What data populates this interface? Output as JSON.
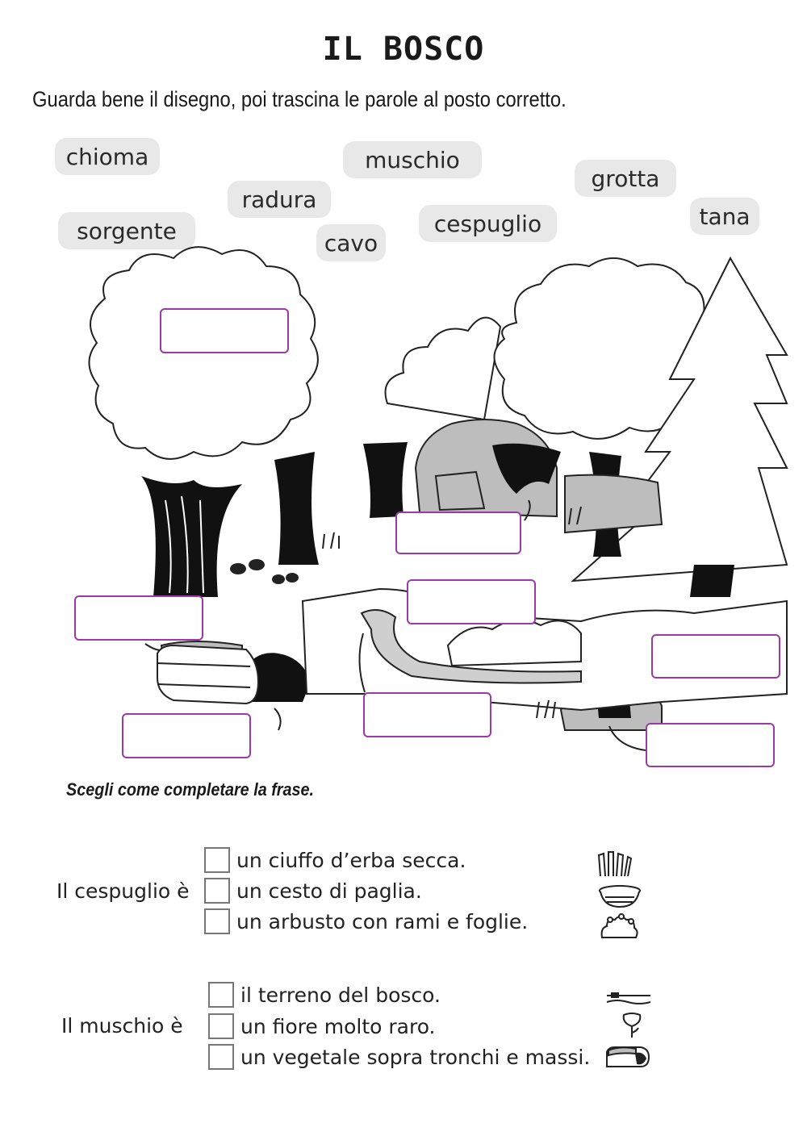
{
  "title": "IL BOSCO",
  "instruction": "Guarda bene il disegno, poi trascina le parole al posto corretto.",
  "words": [
    "chioma",
    "muschio",
    "grotta",
    "radura",
    "sorgente",
    "cavo",
    "cespuglio",
    "tana"
  ],
  "subtitle": "Scegli come completare la frase.",
  "questions": [
    {
      "label": "Il cespuglio è",
      "options": [
        "un ciuffo d’erba secca.",
        "un cesto di paglia.",
        "un arbusto con rami e foglie."
      ]
    },
    {
      "label": "Il muschio è",
      "options": [
        "il terreno del bosco.",
        "un fiore molto raro.",
        "un vegetale sopra tronchi e massi."
      ]
    }
  ],
  "icons": [
    "grass-tuft-icon",
    "basket-icon",
    "bush-icon",
    "ground-icon",
    "flower-icon",
    "mossy-log-icon"
  ],
  "colors": {
    "drop_border": "#9b3aa6",
    "chip_bg": "#e8e8e8"
  }
}
